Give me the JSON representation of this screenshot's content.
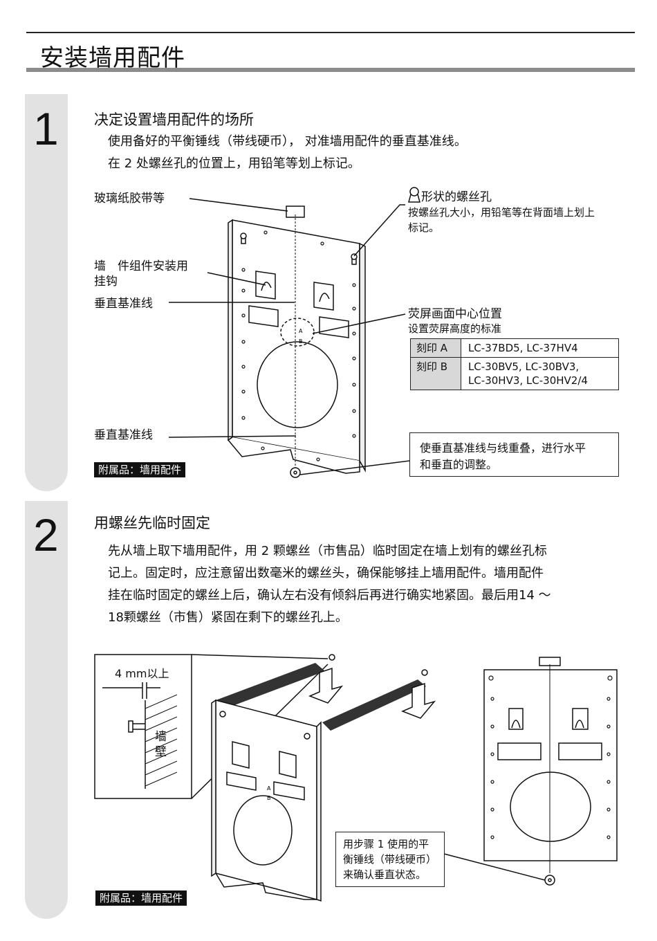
{
  "header": {
    "title": "安装墙用配件"
  },
  "step1": {
    "number": "1",
    "heading": "决定设置墙用配件的场所",
    "lines": [
      "使用备好的平衡锤线（带线硬币）， 对准墙用配件的垂直基准线。",
      "在 2 处螺丝孔的位置上，用铅笔等划上标记。"
    ],
    "labels": {
      "tape": "玻璃纸胶带等",
      "hook_line1": "墙　件组件安装用",
      "hook_line2": "挂钩",
      "vertical_ref_1": "垂直基准线",
      "vertical_ref_2": "垂直基准线",
      "screw_hole_title": "形状的螺丝孔",
      "screw_hole_desc_line1": "按螺丝孔大小，用铅笔等在背面墙上划上",
      "screw_hole_desc_line2": "标记。",
      "center_title": "荧屏画面中心位置",
      "center_desc": "设置荧屏高度的标准"
    },
    "mark_letters": {
      "a": "A",
      "b": "B"
    },
    "table": [
      {
        "key": "刻印 A",
        "line1": "LC-37BD5, LC-37HV4",
        "line2": ""
      },
      {
        "key": "刻印 B",
        "line1": "LC-30BV5, LC-30BV3,",
        "line2": "LC-30HV3, LC-30HV2/4"
      }
    ],
    "note_line1": "使垂直基准线与线重叠，进行水平",
    "note_line2": "和垂直的调整。",
    "accessory": "附属品：墙用配件"
  },
  "step2": {
    "number": "2",
    "heading": "用螺丝先临时固定",
    "lines": [
      "先从墙上取下墙用配件，用 2 颗螺丝（市售品）临时固定在墙上划有的螺丝孔标",
      "记上。固定时，应注意留出数毫米的螺丝头，确保能够挂上墙用配件。墙用配件",
      "挂在临时固定的螺丝上后，确认左右没有倾斜后再进行确实地紧固。最后用14 ～",
      "18颗螺丝（市售）紧固在剩下的螺丝孔上。"
    ],
    "inset_dimension": "4 mm以上",
    "inset_wall_top": "墙",
    "inset_wall_bottom": "壁",
    "mark_letters": {
      "a": "A",
      "b": "B"
    },
    "note_line1": "用步骤 1 使用的平",
    "note_line2": "衡锤线（带线硬币）",
    "note_line3": "来确认垂直状态。",
    "accessory": "附属品：墙用配件"
  },
  "colors": {
    "band": "#e2e2e2",
    "title_bar": "#8c8c8c",
    "table_key_bg": "#d8d8d8",
    "ink": "#111111"
  }
}
